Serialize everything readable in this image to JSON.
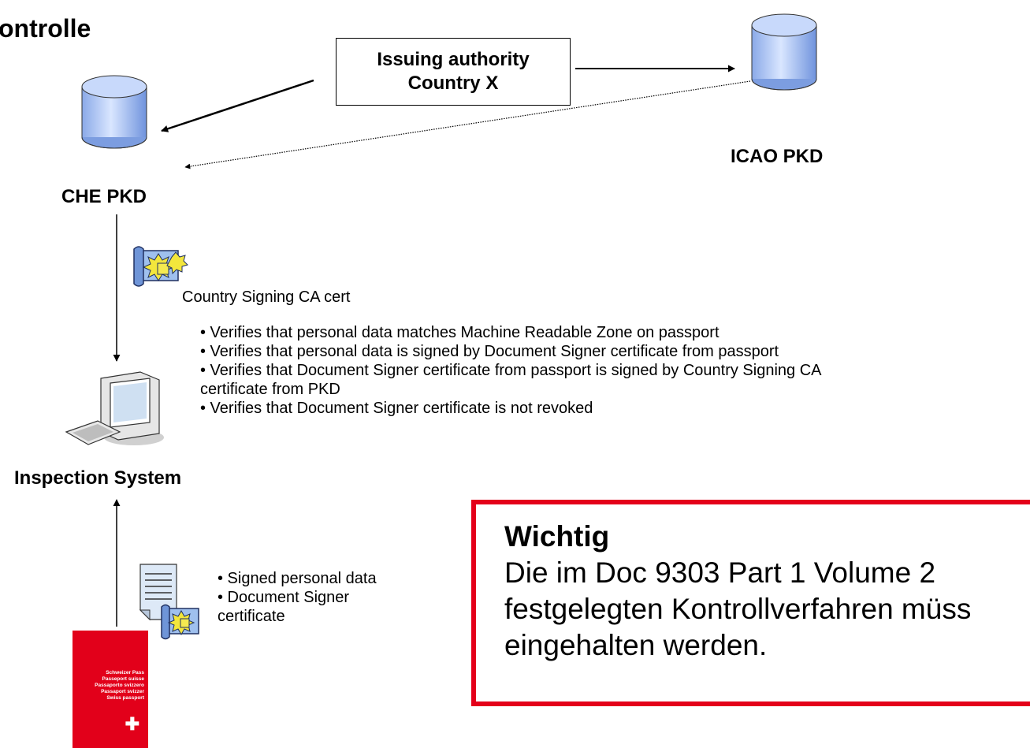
{
  "title": "ontrolle",
  "issuer": {
    "line1": "Issuing authority",
    "line2": "Country X"
  },
  "che_pkd_label": "CHE PKD",
  "icao_pkd_label": "ICAO PKD",
  "csca_cert_label": "Country Signing CA cert",
  "checks": [
    "• Verifies that personal data matches Machine Readable Zone on passport",
    "• Verifies that personal data is signed by Document Signer certificate from passport",
    "• Verifies that Document Signer certificate from passport is signed by Country Signing CA",
    "certificate from PKD",
    "• Verifies that Document Signer certificate is not revoked"
  ],
  "inspection_label": "Inspection System",
  "passport_items": [
    "• Signed personal data",
    "• Document Signer",
    "certificate"
  ],
  "passport_cover": [
    "Schweizer Pass",
    "Passeport suisse",
    "Passaporto svizzero",
    "Passaport svizzer",
    "Swiss passport"
  ],
  "notice": {
    "heading": "Wichtig",
    "lines": [
      "Die im Doc 9303 Part 1 Volume 2",
      "festgelegten Kontrollverfahren müss",
      "eingehalten werden."
    ]
  },
  "colors": {
    "notice_border": "#e4001a",
    "passport_red": "#e2001a",
    "database": "#a8c4f5"
  },
  "icons": [
    "database-icon",
    "certificate-icon",
    "computer-icon",
    "document-icon",
    "swiss-cross-icon"
  ]
}
